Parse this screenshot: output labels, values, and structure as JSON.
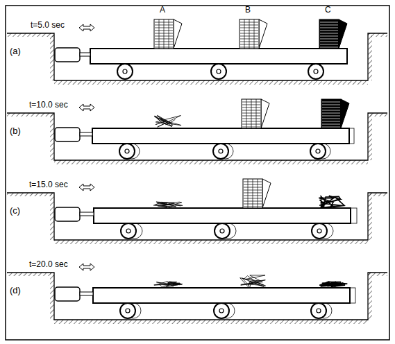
{
  "diagram": {
    "labels": [
      "t=5.0 sec",
      "(a)",
      "A",
      "B",
      "C",
      "t=10.0 sec",
      "(b)",
      "t=15.0 sec",
      "(c)",
      "t=20.0 sec",
      "(d)"
    ]
  }
}
